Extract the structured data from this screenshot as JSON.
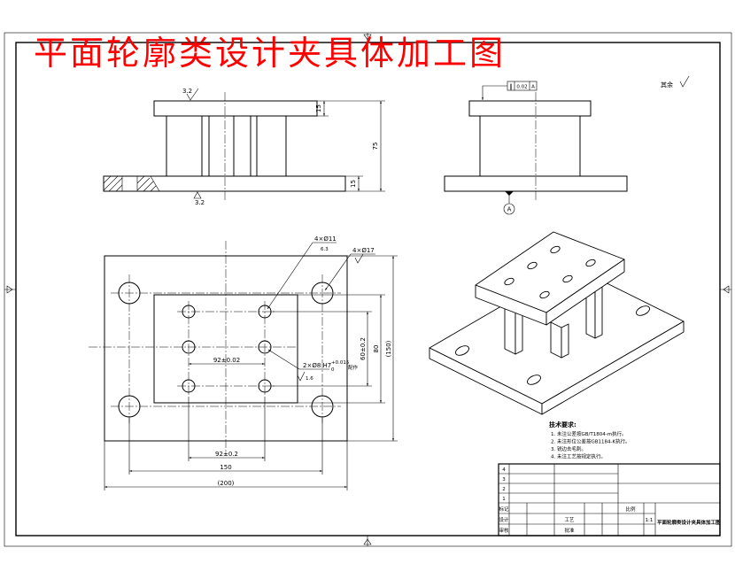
{
  "title": "平面轮廓类设计夹具体加工图",
  "colors": {
    "title": "#ff0000",
    "line": "#000000"
  },
  "general_roughness": {
    "label": "其余"
  },
  "front_view": {
    "roughness_top": "3.2",
    "roughness_bottom": "3.2",
    "dim_top_plate": "15",
    "dim_height": "75",
    "dim_base": "15"
  },
  "side_view": {
    "tolerance_symbol": "∥",
    "tolerance_value": "0.02",
    "tolerance_datum": "A",
    "datum_label": "A"
  },
  "top_view": {
    "hole_callout_small": "4×Ø11",
    "hole_callout_small_ra": "6.3",
    "hole_callout_large": "4×Ø17",
    "pin_callout": "2×Ø8 H7",
    "pin_tol_upper": "+0.015",
    "pin_tol_lower": "0",
    "pin_note": "配作",
    "pin_ra": "1.6",
    "dim_pin_spacing": "92±0.02",
    "dim_v_inner": "60±0.2",
    "dim_v_mid": "80",
    "dim_v_outer": "(150)",
    "dim_h_inner": "92±0.2",
    "dim_h_mid": "150",
    "dim_h_outer": "(200)"
  },
  "tech_notes": {
    "heading": "技术要求:",
    "items": [
      "1. 未注公差按GB/T1804-m执行。",
      "2. 未注形位公差按GB1184-K执行。",
      "3. 锐边去毛刺。",
      "4. 未注工艺按规定执行。"
    ]
  },
  "title_block": {
    "rows": [
      "4",
      "3",
      "2",
      "1"
    ],
    "labels": {
      "mark": "标记",
      "design": "设计",
      "check": "审核",
      "process": "工艺",
      "approve": "批准",
      "scale_label": "比例"
    },
    "scale": "1:1",
    "drawing_name": "平面轮廓类设计夹具体加工图"
  }
}
